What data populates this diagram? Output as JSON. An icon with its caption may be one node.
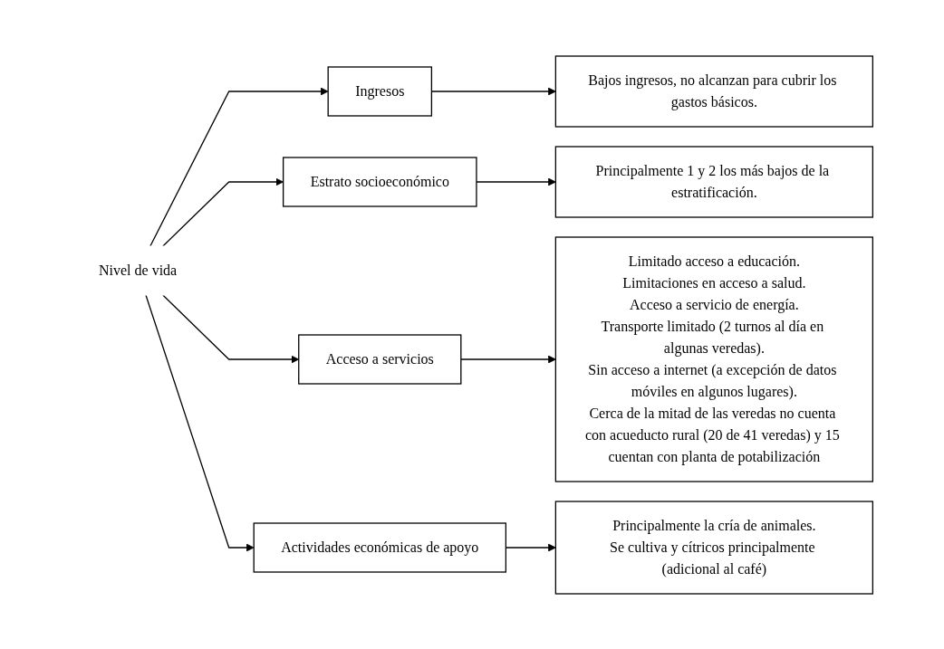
{
  "diagram": {
    "nodes": [
      {
        "text": [
          "Nivel de vida"
        ]
      },
      {
        "text": [
          "Ingresos"
        ]
      },
      {
        "text": [
          "Bajos ingresos, no alcanzan para cubrir los gastos básicos."
        ]
      },
      {
        "text": [
          "Estrato socioeconómico"
        ]
      },
      {
        "text": [
          "Principalmente 1 y 2 los más bajos de la estratificación."
        ]
      },
      {
        "text": [
          "Acceso a servicios"
        ]
      },
      {
        "text": [
          "Limitado acceso a educación.",
          "Limitaciones en acceso a salud.",
          "Acceso a servicio de energía.",
          "Transporte limitado (2 turnos al día en algunas veredas).",
          "Sin acceso a internet (a excepción de datos móviles en algunos lugares).",
          "Cerca de la mitad de las veredas no cuenta con acueducto rural (20 de 41 veredas) y 15 cuentan con planta de potabilización"
        ]
      },
      {
        "text": [
          "Actividades económicas de apoyo"
        ]
      },
      {
        "text": [
          "Principalmente la cría de animales.",
          "Se cultiva y cítricos principalmente (adicional al café)"
        ]
      }
    ],
    "edges": [
      {
        "from": 0,
        "to": 1,
        "arrow": "to"
      },
      {
        "from": 0,
        "to": 3,
        "arrow": "to"
      },
      {
        "from": 0,
        "to": 5,
        "arrow": "to"
      },
      {
        "from": 0,
        "to": 7,
        "arrow": "to"
      },
      {
        "from": 1,
        "to": 2,
        "arrow": "to"
      },
      {
        "from": 3,
        "to": 4,
        "arrow": "to"
      },
      {
        "from": 5,
        "to": 6,
        "arrow": "to"
      },
      {
        "from": 7,
        "to": 8,
        "arrow": "to"
      }
    ]
  }
}
